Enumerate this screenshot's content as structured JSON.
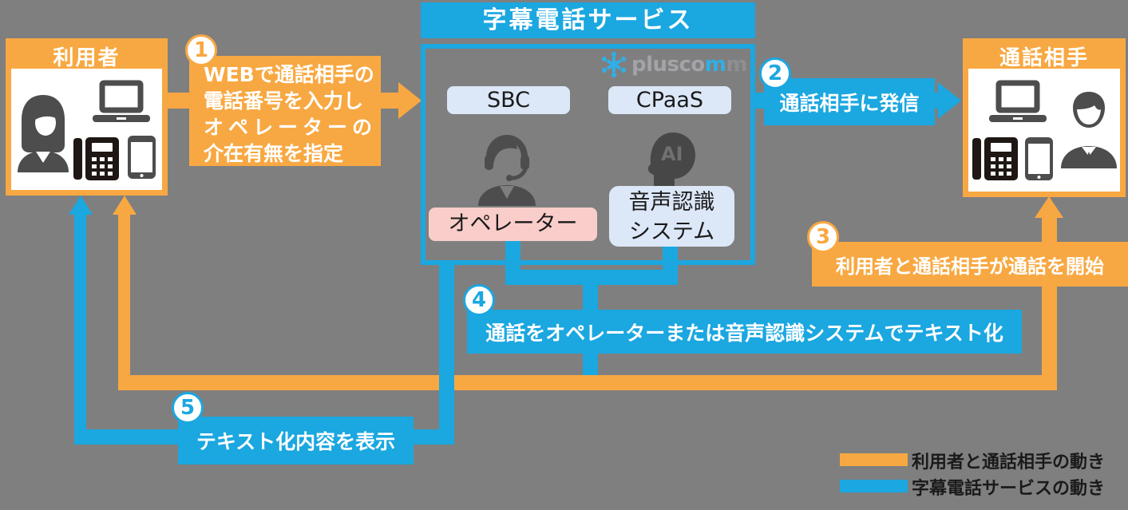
{
  "colors": {
    "bg": "#7F7F7F",
    "orange": "#F8A842",
    "blue": "#1BA7E0",
    "pink": "#F9CDC9",
    "lavender": "#DCE7F7",
    "icon": "#4D4D4D",
    "phone": "#1E1713",
    "text-dark": "#1A1A1A"
  },
  "boxes": {
    "user": {
      "title": "利用者"
    },
    "service": {
      "title": "字幕電話サービス",
      "sbc": "SBC",
      "cpaas": "CPaaS",
      "operator": "オペレーター",
      "speech_line1": "音声認識",
      "speech_line2": "システム",
      "logo": {
        "part1": "plusco",
        "part2": "m",
        "part3": "m"
      },
      "ai_text": "AI"
    },
    "partner": {
      "title": "通話相手"
    }
  },
  "steps": [
    {
      "num": "1",
      "lines": [
        "WEBで通話相手の",
        "電話番号を入力し",
        "オペレーターの",
        "介在有無を指定"
      ]
    },
    {
      "num": "2",
      "text": "通話相手に発信"
    },
    {
      "num": "3",
      "text": "利用者と通話相手が通話を開始"
    },
    {
      "num": "4",
      "text": "通話をオペレーターまたは音声認識システムでテキスト化"
    },
    {
      "num": "5",
      "text": "テキスト化内容を表示"
    }
  ],
  "legend": {
    "items": [
      {
        "label": "利用者と通話相手の動き",
        "color": "#F8A842"
      },
      {
        "label": "字幕電話サービスの動き",
        "color": "#1BA7E0"
      }
    ]
  }
}
